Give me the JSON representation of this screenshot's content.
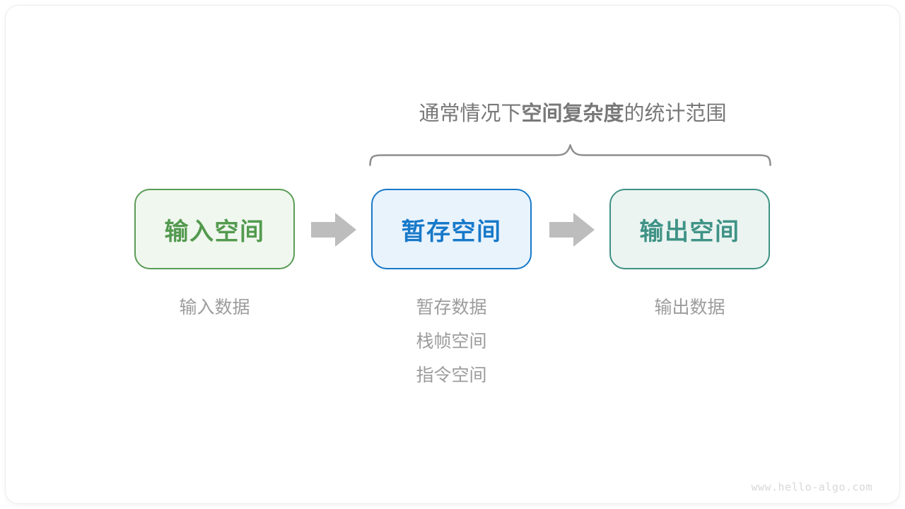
{
  "diagram": {
    "title": {
      "prefix": "通常情况下",
      "emphasis": "空间复杂度",
      "suffix": "的统计范围"
    },
    "boxes": [
      {
        "id": "input-space",
        "label": "输入空间"
      },
      {
        "id": "temp-space",
        "label": "暂存空间"
      },
      {
        "id": "output-space",
        "label": "输出空间"
      }
    ],
    "notes": {
      "input": [
        "输入数据"
      ],
      "temp": [
        "暂存数据",
        "栈帧空间",
        "指令空间"
      ],
      "output": [
        "输出数据"
      ]
    },
    "watermark": "www.hello-algo.com",
    "colors": {
      "input_border": "#5a9c57",
      "input_fill": "#f0f7ee",
      "input_text": "#539a4f",
      "temp_border": "#1779c9",
      "temp_fill": "#e9f3fc",
      "temp_text": "#1779c9",
      "output_border": "#3e9183",
      "output_fill": "#ebf4f1",
      "output_text": "#3f9386",
      "arrow": "#bdbdbd",
      "brace": "#8e8e8e",
      "title_text": "#787878",
      "note_text": "#9c9c9c",
      "watermark": "#d8d8d8"
    }
  }
}
